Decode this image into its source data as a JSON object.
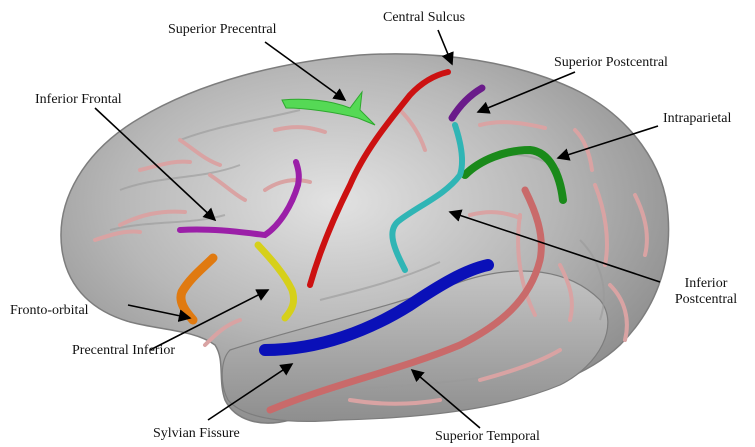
{
  "labels": {
    "superior_precentral": "Superior Precentral",
    "central_sulcus": "Central Sulcus",
    "superior_postcentral": "Superior Postcentral",
    "inferior_frontal": "Inferior Frontal",
    "intraparietal": "Intraparietal",
    "inferior_postcentral_line1": "Inferior",
    "inferior_postcentral_line2": "Postcentral",
    "fronto_orbital": "Fronto-orbital",
    "precentral_inferior": "Precentral Inferior",
    "sylvian_fissure": "Sylvian Fissure",
    "superior_temporal": "Superior Temporal"
  },
  "colors": {
    "cortex": "#a9a9a9",
    "cortex_highlight": "#d6d6d6",
    "minor_sulci": "#d9a3a3",
    "superior_precentral": "#55d955",
    "central_sulcus": "#cc1111",
    "superior_postcentral": "#6a1b8a",
    "inferior_frontal": "#9b1fa8",
    "intraparietal": "#1a8a1a",
    "inferior_postcentral": "#30b5b5",
    "fronto_orbital": "#e07a10",
    "precentral_inferior": "#d6d01a",
    "sylvian_fissure": "#0a10b8",
    "superior_temporal": "#c96a6a"
  }
}
